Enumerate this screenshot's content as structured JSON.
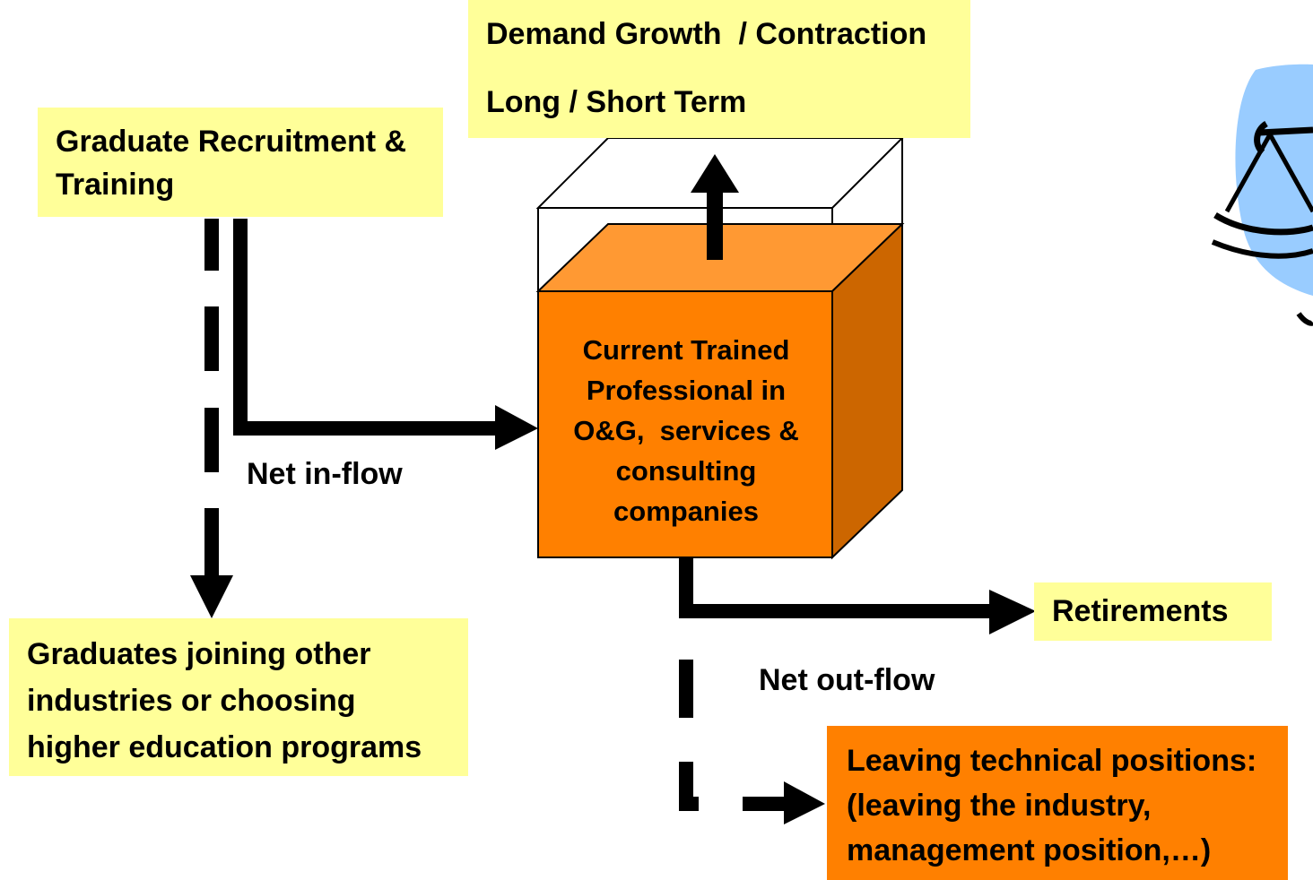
{
  "boxes": {
    "demand": {
      "line1": "Demand Growth  / Contraction",
      "line2": "Long / Short Term"
    },
    "recruitment": {
      "line1": "Graduate Recruitment &",
      "line2": "Training"
    },
    "graduates_other": {
      "line1": "Graduates joining other",
      "line2": "industries or choosing",
      "line3": "higher education programs"
    },
    "retirements": {
      "text": "Retirements"
    },
    "leaving": {
      "line1": "Leaving technical positions:",
      "line2": "(leaving the industry,",
      "line3": "management position,…)"
    }
  },
  "cube": {
    "line1": "Current Trained",
    "line2": "Professional in",
    "line3": "O&G,  services &",
    "line4": "consulting",
    "line5": "companies"
  },
  "labels": {
    "net_inflow": "Net in-flow",
    "net_outflow": "Net out-flow"
  },
  "colors": {
    "yellow_box": "#ffff99",
    "orange_front": "#ff8000",
    "orange_top": "#ff9933",
    "orange_side": "#cc6600",
    "balance_blue": "#99ccff"
  },
  "icons": [
    "balance-scale-icon"
  ]
}
